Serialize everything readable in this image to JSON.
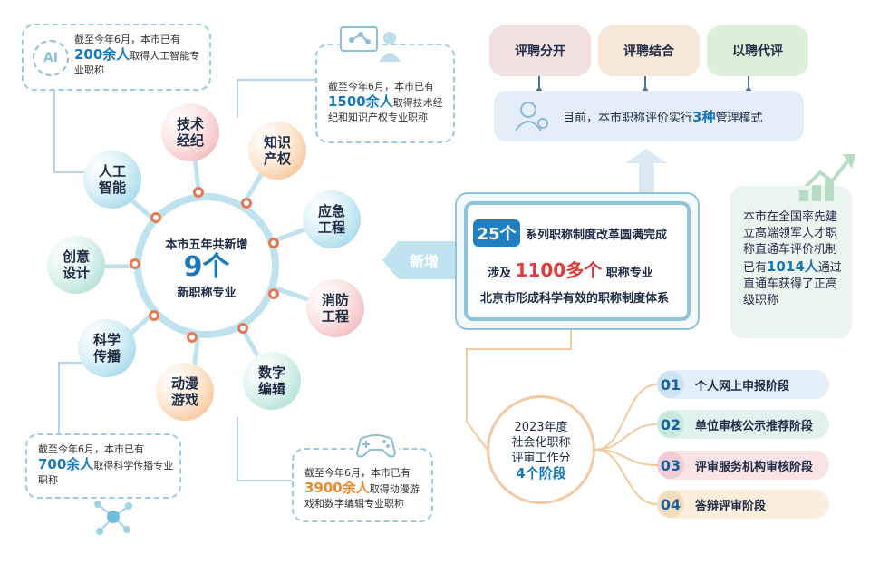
{
  "hub": {
    "line1": "本市五年共新增",
    "count": "9个",
    "line3": "新职称专业"
  },
  "nodes": [
    {
      "label": "技术\n经纪"
    },
    {
      "label": "知识\n产权"
    },
    {
      "label": "人工\n智能"
    },
    {
      "label": "应急\n工程"
    },
    {
      "label": "创意\n设计"
    },
    {
      "label": "消防\n工程"
    },
    {
      "label": "科学\n传播"
    },
    {
      "label": "动漫\n游戏"
    },
    {
      "label": "数字\n编辑"
    }
  ],
  "callouts": {
    "ai": {
      "pre": "截至今年6月，本市已有",
      "num": "200余人",
      "post": "取得人工智能专业职称",
      "icon_text": "AI"
    },
    "tech": {
      "pre": "截至今年6月，本市已有",
      "num": "1500余人",
      "post": "取得技术经纪和知识产权专业职称"
    },
    "sci": {
      "pre": "截至今年6月，本市已有",
      "num": "700余人",
      "post": "取得科学传播专业职称"
    },
    "game": {
      "pre": "截至今年6月，本市已有",
      "num": "3900余人",
      "post": "取得动漫游戏和数字编辑专业职称"
    }
  },
  "modes": {
    "pills": [
      {
        "label": "评聘分开"
      },
      {
        "label": "评聘结合"
      },
      {
        "label": "以聘代评"
      }
    ],
    "pre": "目前，本市职称评价实行",
    "num": "3种",
    "post": "管理模式"
  },
  "new_tag": "新增",
  "main": {
    "num1": "25个",
    "text1": "系列职称制度改革圆满完成",
    "pre2": "涉及",
    "num2": "1100多个",
    "post2": "职称专业",
    "line3": "北京市形成科学有效的职称制度体系"
  },
  "right": {
    "text1": "本市在全国率先建立高端领军人才职称直通车评价机制",
    "pre2": "已有",
    "num2": "1014人",
    "post2": "通过直通车获得了正高级职称"
  },
  "year": {
    "line1": "2023年度",
    "line2": "社会化职称",
    "line3": "评审工作分",
    "line4": "4个阶段"
  },
  "stages": [
    {
      "num": "01",
      "label": "个人网上申报阶段"
    },
    {
      "num": "02",
      "label": "单位审核公示推荐阶段"
    },
    {
      "num": "03",
      "label": "评审服务机构审核阶段"
    },
    {
      "num": "04",
      "label": "答辩评审阶段"
    }
  ],
  "colors": {
    "accent_blue": "#1a78b8",
    "accent_orange": "#e8892b",
    "accent_red": "#e03a3a"
  }
}
